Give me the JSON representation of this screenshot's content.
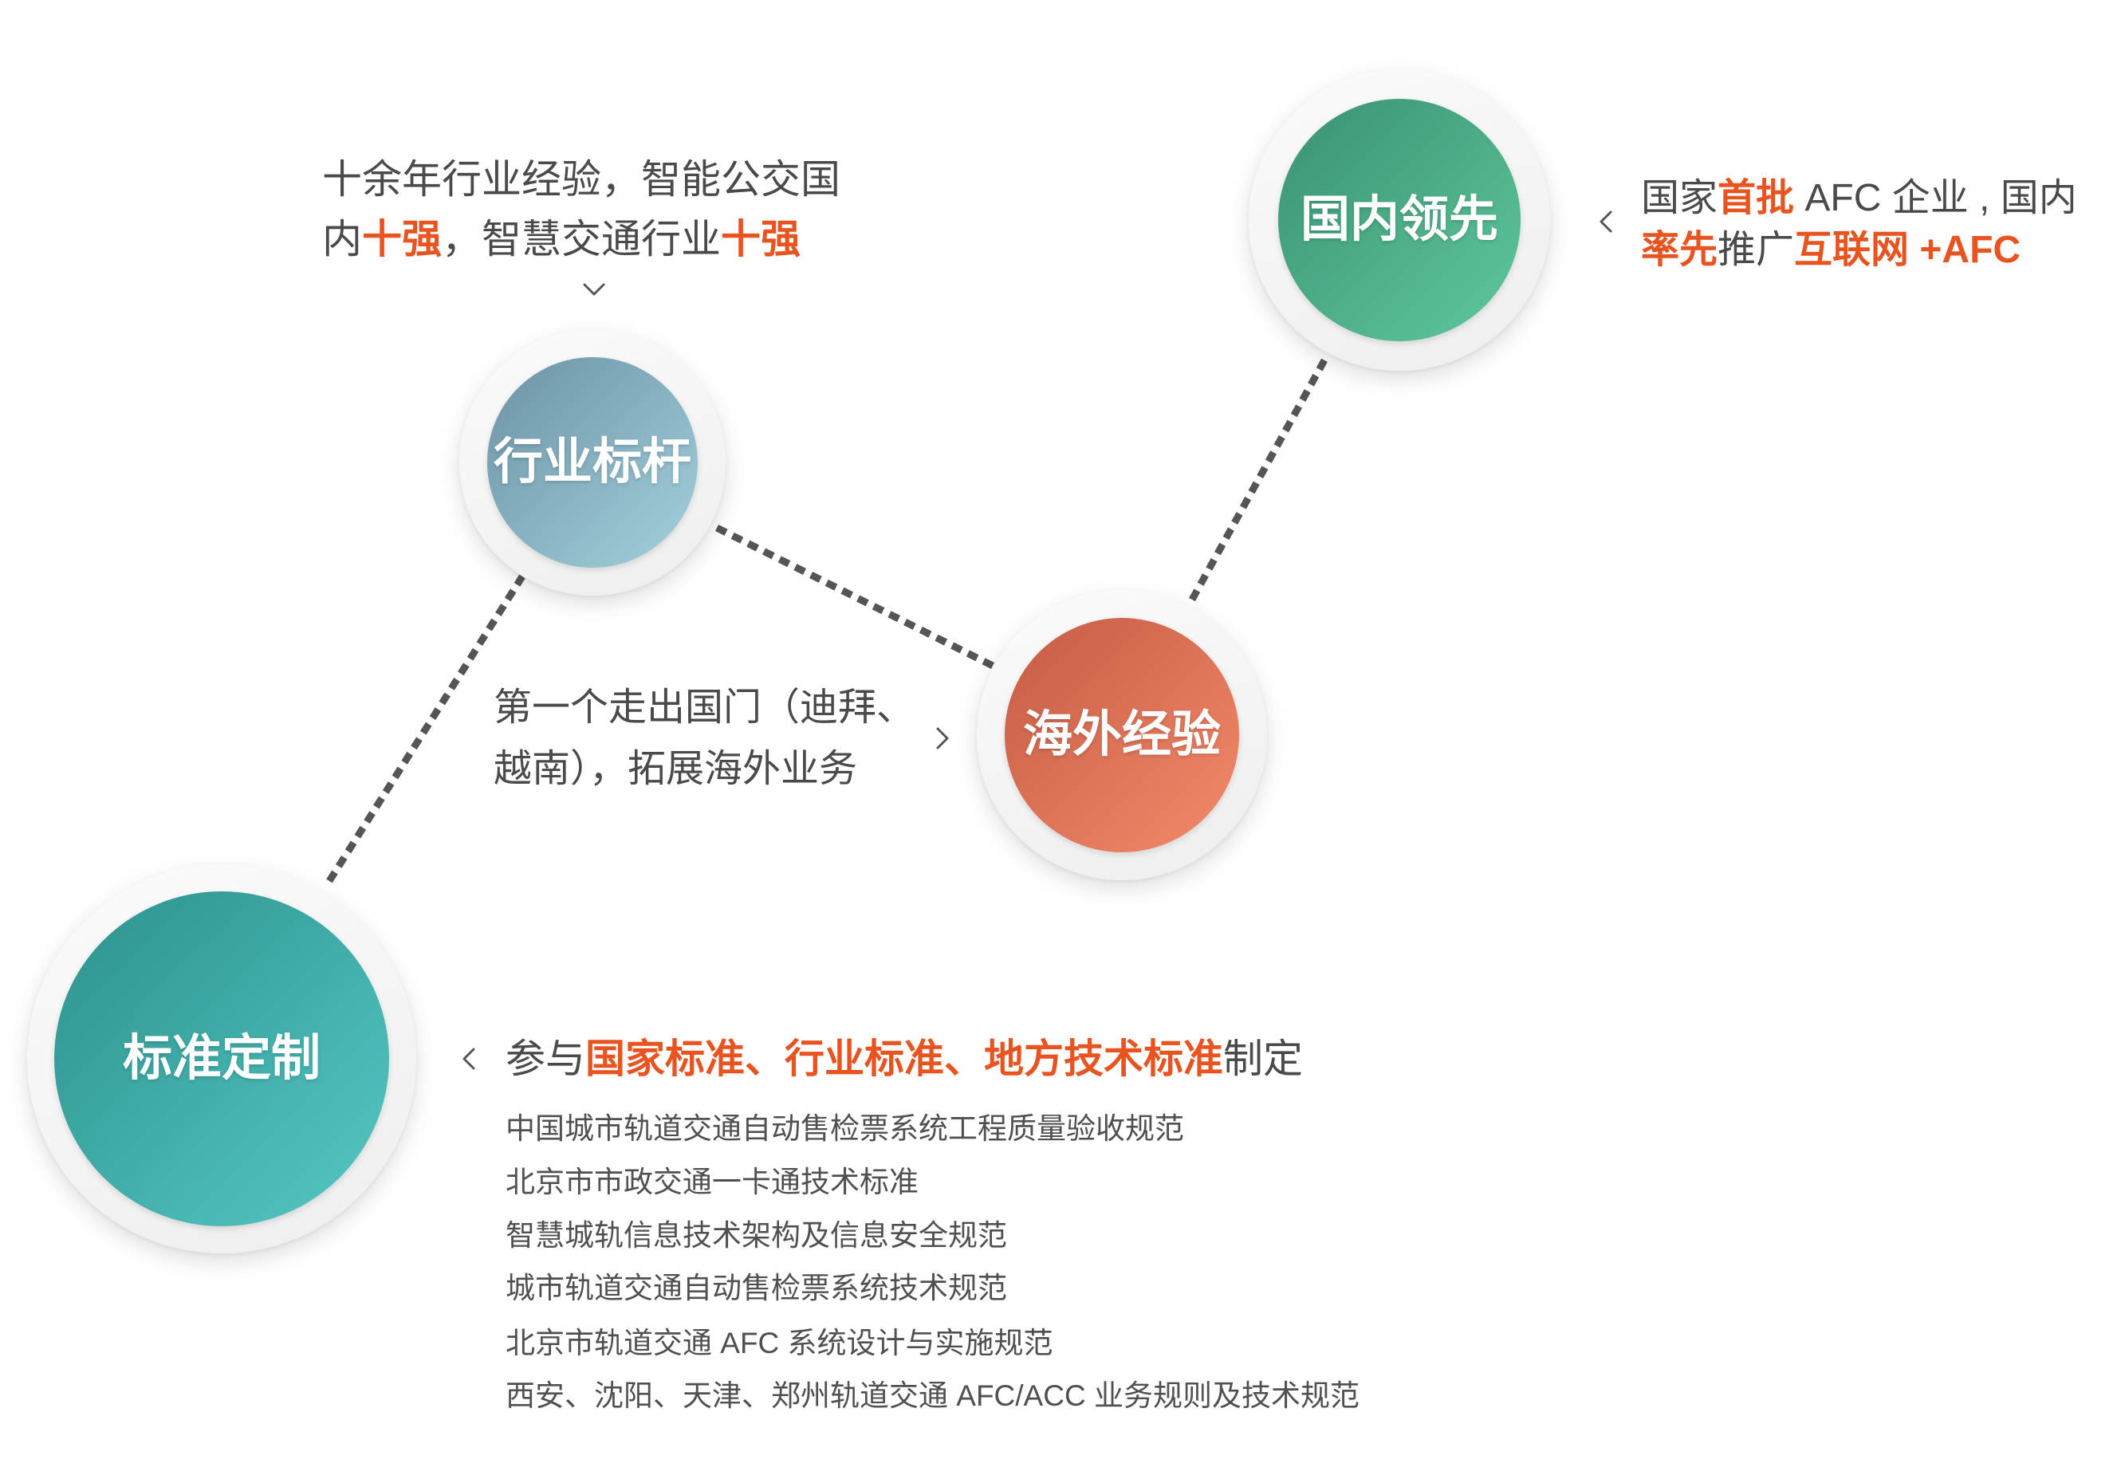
{
  "colors": {
    "highlight": "#e8531f",
    "text": "#4a4a4a",
    "list_text": "#505050",
    "connector": "#555555",
    "ring": "#f3f3f3",
    "label": "#ffffff"
  },
  "nodes": [
    {
      "label": "行业标杆",
      "gradient": [
        "#6b92a5",
        "#a4d1dd"
      ],
      "pointer_icon": "chevron-down-icon",
      "description": [
        [
          {
            "text": "十余年行业经验，智能公交国",
            "highlight": false
          }
        ],
        [
          {
            "text": "内",
            "highlight": false
          },
          {
            "text": "十强",
            "highlight": true
          },
          {
            "text": "，智慧交通行业",
            "highlight": false
          },
          {
            "text": "十强",
            "highlight": true
          }
        ]
      ]
    },
    {
      "label": "国内领先",
      "gradient": [
        "#3a9171",
        "#5fc89d"
      ],
      "pointer_icon": "chevron-left-icon",
      "description": [
        [
          {
            "text": "国家",
            "highlight": false
          },
          {
            "text": "首批",
            "highlight": true
          },
          {
            "text": " AFC 企业 , 国内",
            "highlight": false
          }
        ],
        [
          {
            "text": "率先",
            "highlight": true
          },
          {
            "text": "推广",
            "highlight": false
          },
          {
            "text": "互联网 +AFC",
            "highlight": true
          }
        ]
      ]
    },
    {
      "label": "海外经验",
      "gradient": [
        "#c45b44",
        "#f58b6b"
      ],
      "pointer_icon": "chevron-right-icon",
      "description": [
        [
          {
            "text": "第一个走出国门（迪拜、",
            "highlight": false
          }
        ],
        [
          {
            "text": "越南），拓展海外业务",
            "highlight": false
          }
        ]
      ]
    },
    {
      "label": "标准定制",
      "gradient": [
        "#2c918c",
        "#56c8c4"
      ],
      "pointer_icon": "chevron-left-icon",
      "description": [
        [
          {
            "text": "参与",
            "highlight": false
          },
          {
            "text": "国家标准、行业标准、地方技术标准",
            "highlight": true
          },
          {
            "text": "制定",
            "highlight": false
          }
        ]
      ],
      "standards": [
        "中国城市轨道交通自动售检票系统工程质量验收规范",
        "北京市市政交通一卡通技术标准",
        "智慧城轨信息技术架构及信息安全规范",
        "城市轨道交通自动售检票系统技术规范",
        "北京市轨道交通 AFC 系统设计与实施规范",
        "西安、沈阳、天津、郑州轨道交通 AFC/ACC 业务规则及技术规范"
      ]
    }
  ]
}
